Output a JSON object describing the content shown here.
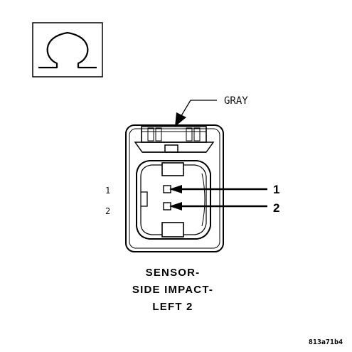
{
  "symbol": {
    "icon": "omega-icon",
    "glyph": "Ω"
  },
  "wire_color": "GRAY",
  "cavity_labels": [
    "1",
    "2"
  ],
  "pin_callouts": [
    "1",
    "2"
  ],
  "title_lines": [
    "SENSOR-",
    "SIDE IMPACT-",
    "LEFT 2"
  ],
  "figure_code": "813a71b4",
  "colors": {
    "line": "#000000",
    "background": "#ffffff"
  }
}
